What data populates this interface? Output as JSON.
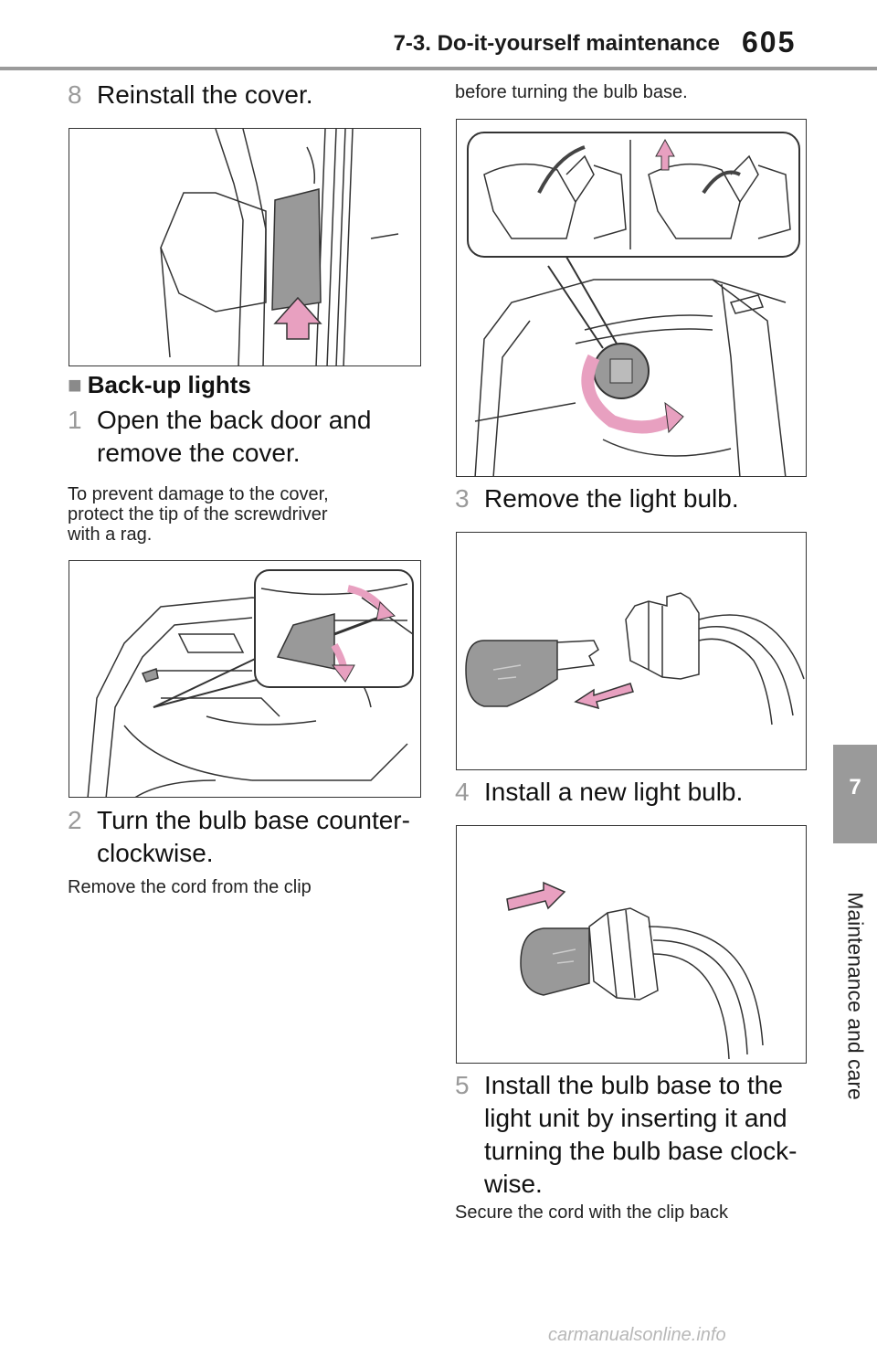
{
  "header": {
    "section": "7-3. Do-it-yourself maintenance",
    "page_number": "605"
  },
  "side_tab": {
    "chapter_number": "7",
    "chapter_title": "Maintenance and care"
  },
  "left_column": {
    "step8": {
      "number": "8",
      "text": "Reinstall the cover."
    },
    "heading": {
      "marker": "■",
      "text": "Back-up lights"
    },
    "step1": {
      "number": "1",
      "line1": "Open the back door and",
      "line2": "remove the cover."
    },
    "note1": {
      "line1": "To prevent damage to the cover,",
      "line2": "protect the tip of the screwdriver",
      "line3": "with a rag."
    },
    "step2": {
      "number": "2",
      "line1": "Turn the bulb base counter-",
      "line2": "clockwise."
    },
    "note2": {
      "text": "Remove the cord from the clip"
    }
  },
  "right_column": {
    "note2_cont": {
      "text": "before turning the bulb base."
    },
    "step3": {
      "number": "3",
      "text": "Remove the light bulb."
    },
    "step4": {
      "number": "4",
      "text": "Install a new light bulb."
    },
    "step5": {
      "number": "5",
      "line1": "Install the bulb base to the",
      "line2": "light unit by inserting it and",
      "line3": "turning the bulb base clock-",
      "line4": "wise."
    },
    "note3": {
      "text": "Secure the cord with the clip back"
    }
  },
  "footer": {
    "watermark": "carmanualsonline.info"
  },
  "colors": {
    "arrow_pink": "#e8a0c0",
    "tab_gray": "#9a9a9a",
    "rule_gray": "#9b9b9b"
  }
}
